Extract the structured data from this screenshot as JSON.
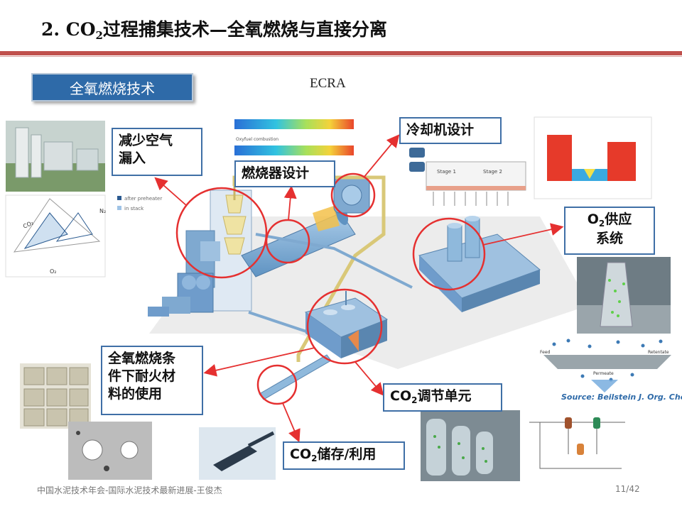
{
  "header": {
    "title_prefix": "2. CO",
    "title_sub": "2",
    "title_suffix": "过程捕集技术—全氧燃烧与直接分离"
  },
  "section_tag": "全氧燃烧技术",
  "source_tag": "ECRA",
  "labels": {
    "air_leak_line1": "减少空气",
    "air_leak_line2": "漏入",
    "burner": "燃烧器设计",
    "cooler": "冷却机设计",
    "o2_supply_prefix": "O",
    "o2_supply_sub": "2",
    "o2_supply_suffix": "供应",
    "o2_supply_line2": "系统",
    "refractory_line1": "全氧燃烧条",
    "refractory_line2": "件下耐火材",
    "refractory_line3": "料的使用",
    "co2_unit_prefix": "CO",
    "co2_unit_sub": "2",
    "co2_unit_suffix": "调节单元",
    "storage_prefix": "CO",
    "storage_sub": "2",
    "storage_suffix": "储存/利用"
  },
  "inset_text": {
    "legend_after_preheater": "after preheater",
    "legend_in_stack": "in stack",
    "axis_co2": "CO₂",
    "axis_n2": "N₂",
    "axis_o2": "O₂",
    "burner_sim_caption": "Oxyfuel combustion",
    "cooler_stage1": "Stage 1",
    "cooler_stage2": "Stage 2",
    "membrane_feed": "Feed",
    "membrane_retentate": "Retentate",
    "membrane_permeate": "Permeate",
    "source_caption": "Source: Beilstein J. Org. Chem."
  },
  "footer": {
    "left": "中国水泥技术年会-国际水泥技术最新进展-王俊杰",
    "page": "11/42"
  },
  "colors": {
    "accent_red": "#c0504d",
    "tag_blue": "#2e6aa8",
    "box_border": "#3f6fa6",
    "callout_red": "#e53030",
    "plant_blue": "#8fb9dc"
  }
}
